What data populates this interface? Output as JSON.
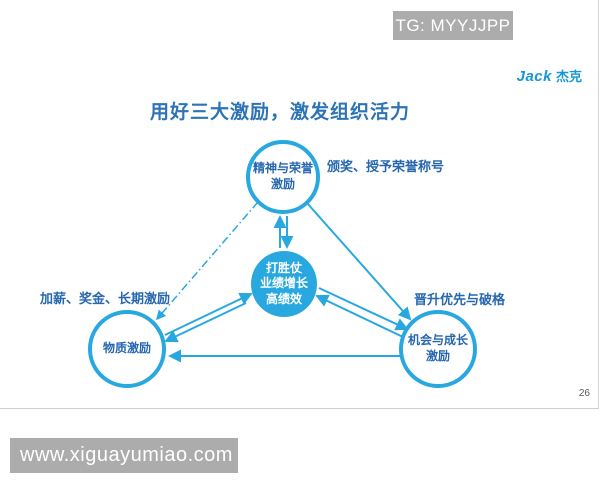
{
  "watermarks": {
    "tg_badge": "TG: MYYJJPP",
    "footer_badge": "www.xiguayumiao.com"
  },
  "slide": {
    "logo": {
      "latin": "Jack",
      "cjk": "杰克"
    },
    "title": "用好三大激励，激发组织活力",
    "page_number": "26"
  },
  "diagram": {
    "nodes": {
      "spirit": {
        "line1": "精神与荣誉",
        "line2": "激励"
      },
      "core": {
        "line1": "打胜仗",
        "line2": "业绩增长",
        "line3": "高绩效"
      },
      "material": {
        "line1": "物质激励"
      },
      "opportunity": {
        "line1": "机会与成长",
        "line2": "激励"
      }
    },
    "labels": {
      "award": "颁奖、授予荣誉称号",
      "salary": "加薪、奖金、长期激励",
      "promotion": "晋升优先与破格"
    },
    "edges": [
      {
        "from": "spirit",
        "to": "core",
        "style": "double-exchange-solid"
      },
      {
        "from": "spirit",
        "to": "material",
        "style": "dash-dot-arrow"
      },
      {
        "from": "spirit",
        "to": "opportunity",
        "style": "solid-arrow"
      },
      {
        "from": "core",
        "to": "material",
        "style": "double-exchange-solid"
      },
      {
        "from": "core",
        "to": "opportunity",
        "style": "double-exchange-solid"
      },
      {
        "from": "opportunity",
        "to": "material",
        "style": "solid-arrow"
      }
    ]
  },
  "colors": {
    "accent_cyan": "#29a8df",
    "text_blue": "#2767af",
    "title_blue": "#2e74b5",
    "badge_gray": "#acacac"
  }
}
